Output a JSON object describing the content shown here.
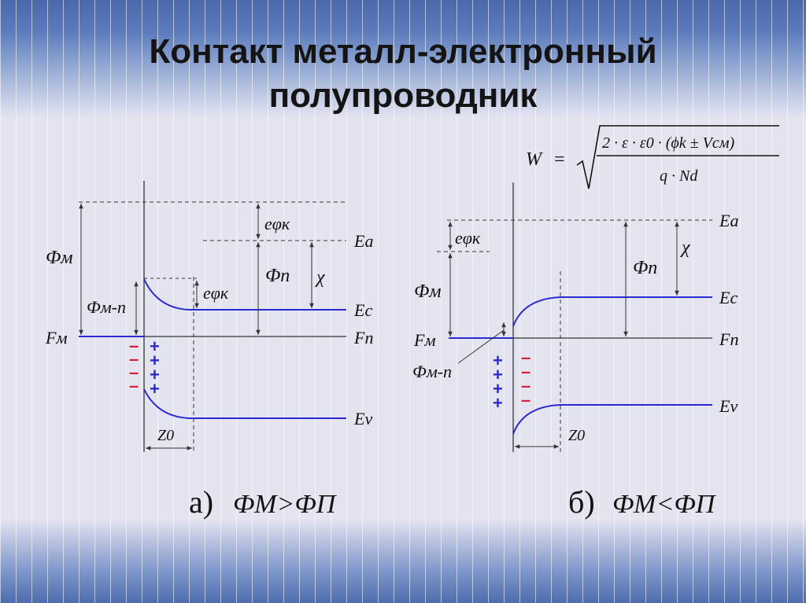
{
  "title_line1": "Контакт металл-электронный",
  "title_line2": "полупроводник",
  "formula": {
    "lhs": "W",
    "eq": "=",
    "numerator": "2 · ε · ε0 · (ϕk ± Vсм)",
    "denominator": "q · Nd"
  },
  "panel_a": {
    "caption_letter": "а)",
    "caption_relation": "ФМ>ФП",
    "labels": {
      "phi_m": "Фм",
      "phi_mp": "Фм-п",
      "phi_p": "Фп",
      "chi": "χ",
      "e_phi_k_top": "eφк",
      "e_phi_k_bend": "eφк",
      "ea": "Ea",
      "ec": "Ec",
      "fn": "Fn",
      "ev": "Ev",
      "fm": "Fм",
      "z0": "Z0"
    },
    "minus_signs": [
      "–",
      "–",
      "–",
      "–"
    ],
    "plus_signs": [
      "+",
      "+",
      "+",
      "+"
    ]
  },
  "panel_b": {
    "caption_letter": "б)",
    "caption_relation": "ФМ<ФП",
    "labels": {
      "phi_m": "Фм",
      "phi_mp": "Фм-п",
      "phi_p": "Фп",
      "chi": "χ",
      "e_phi_k": "eφк",
      "ea": "Ea",
      "ec": "Ec",
      "fn": "Fn",
      "ev": "Ev",
      "fm": "Fм",
      "z0": "Z0"
    },
    "plus_signs": [
      "+",
      "+",
      "+",
      "+"
    ],
    "minus_signs": [
      "–",
      "–",
      "–",
      "–"
    ]
  },
  "colors": {
    "band": "#2a2ad0",
    "minus": "#d8203a",
    "plus": "#2a2ad0",
    "line": "#333333",
    "title": "#141414"
  }
}
